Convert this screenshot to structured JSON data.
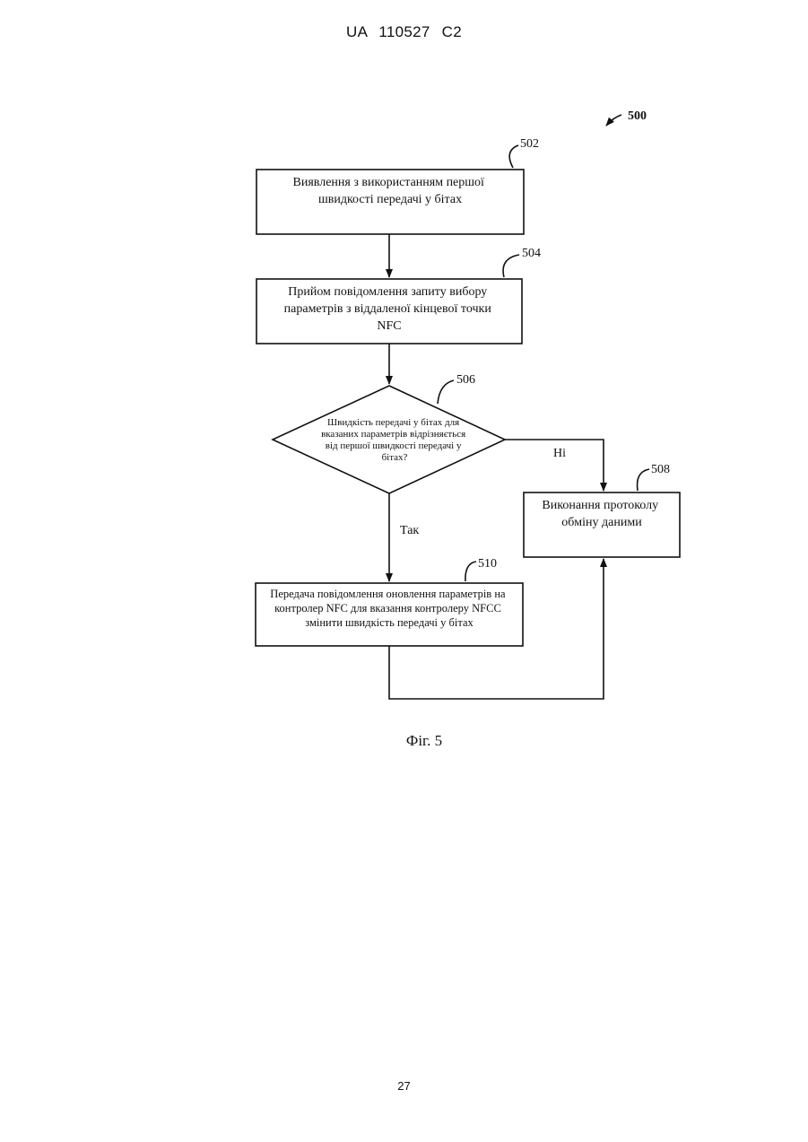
{
  "header": {
    "text": "UA 110527 C2"
  },
  "diagram": {
    "ref_main": "500",
    "nodes": {
      "n502": {
        "ref": "502",
        "lines": [
          "Виявлення з використанням першої",
          "швидкості передачі у бітах"
        ]
      },
      "n504": {
        "ref": "504",
        "lines": [
          "Прийом повідомлення запиту вибору",
          "параметрів з віддаленої кінцевої точки",
          "NFC"
        ]
      },
      "n506": {
        "ref": "506",
        "lines": [
          "Швидкість передачі у бітах для",
          "вказаних параметрів відрізняється",
          "від першої швидкості передачі у",
          "бітах?"
        ]
      },
      "n508": {
        "ref": "508",
        "lines": [
          "Виконання протоколу",
          "обміну даними"
        ]
      },
      "n510": {
        "ref": "510",
        "lines": [
          "Передача повідомлення оновлення параметрів на",
          "контролер NFC для вказання контролеру NFCC",
          "змінити швидкість передачі у бітах"
        ]
      }
    },
    "edges": {
      "no_label": "Ні",
      "yes_label": "Так"
    },
    "caption": "Фіг. 5"
  },
  "footer": {
    "page_number": "27"
  }
}
